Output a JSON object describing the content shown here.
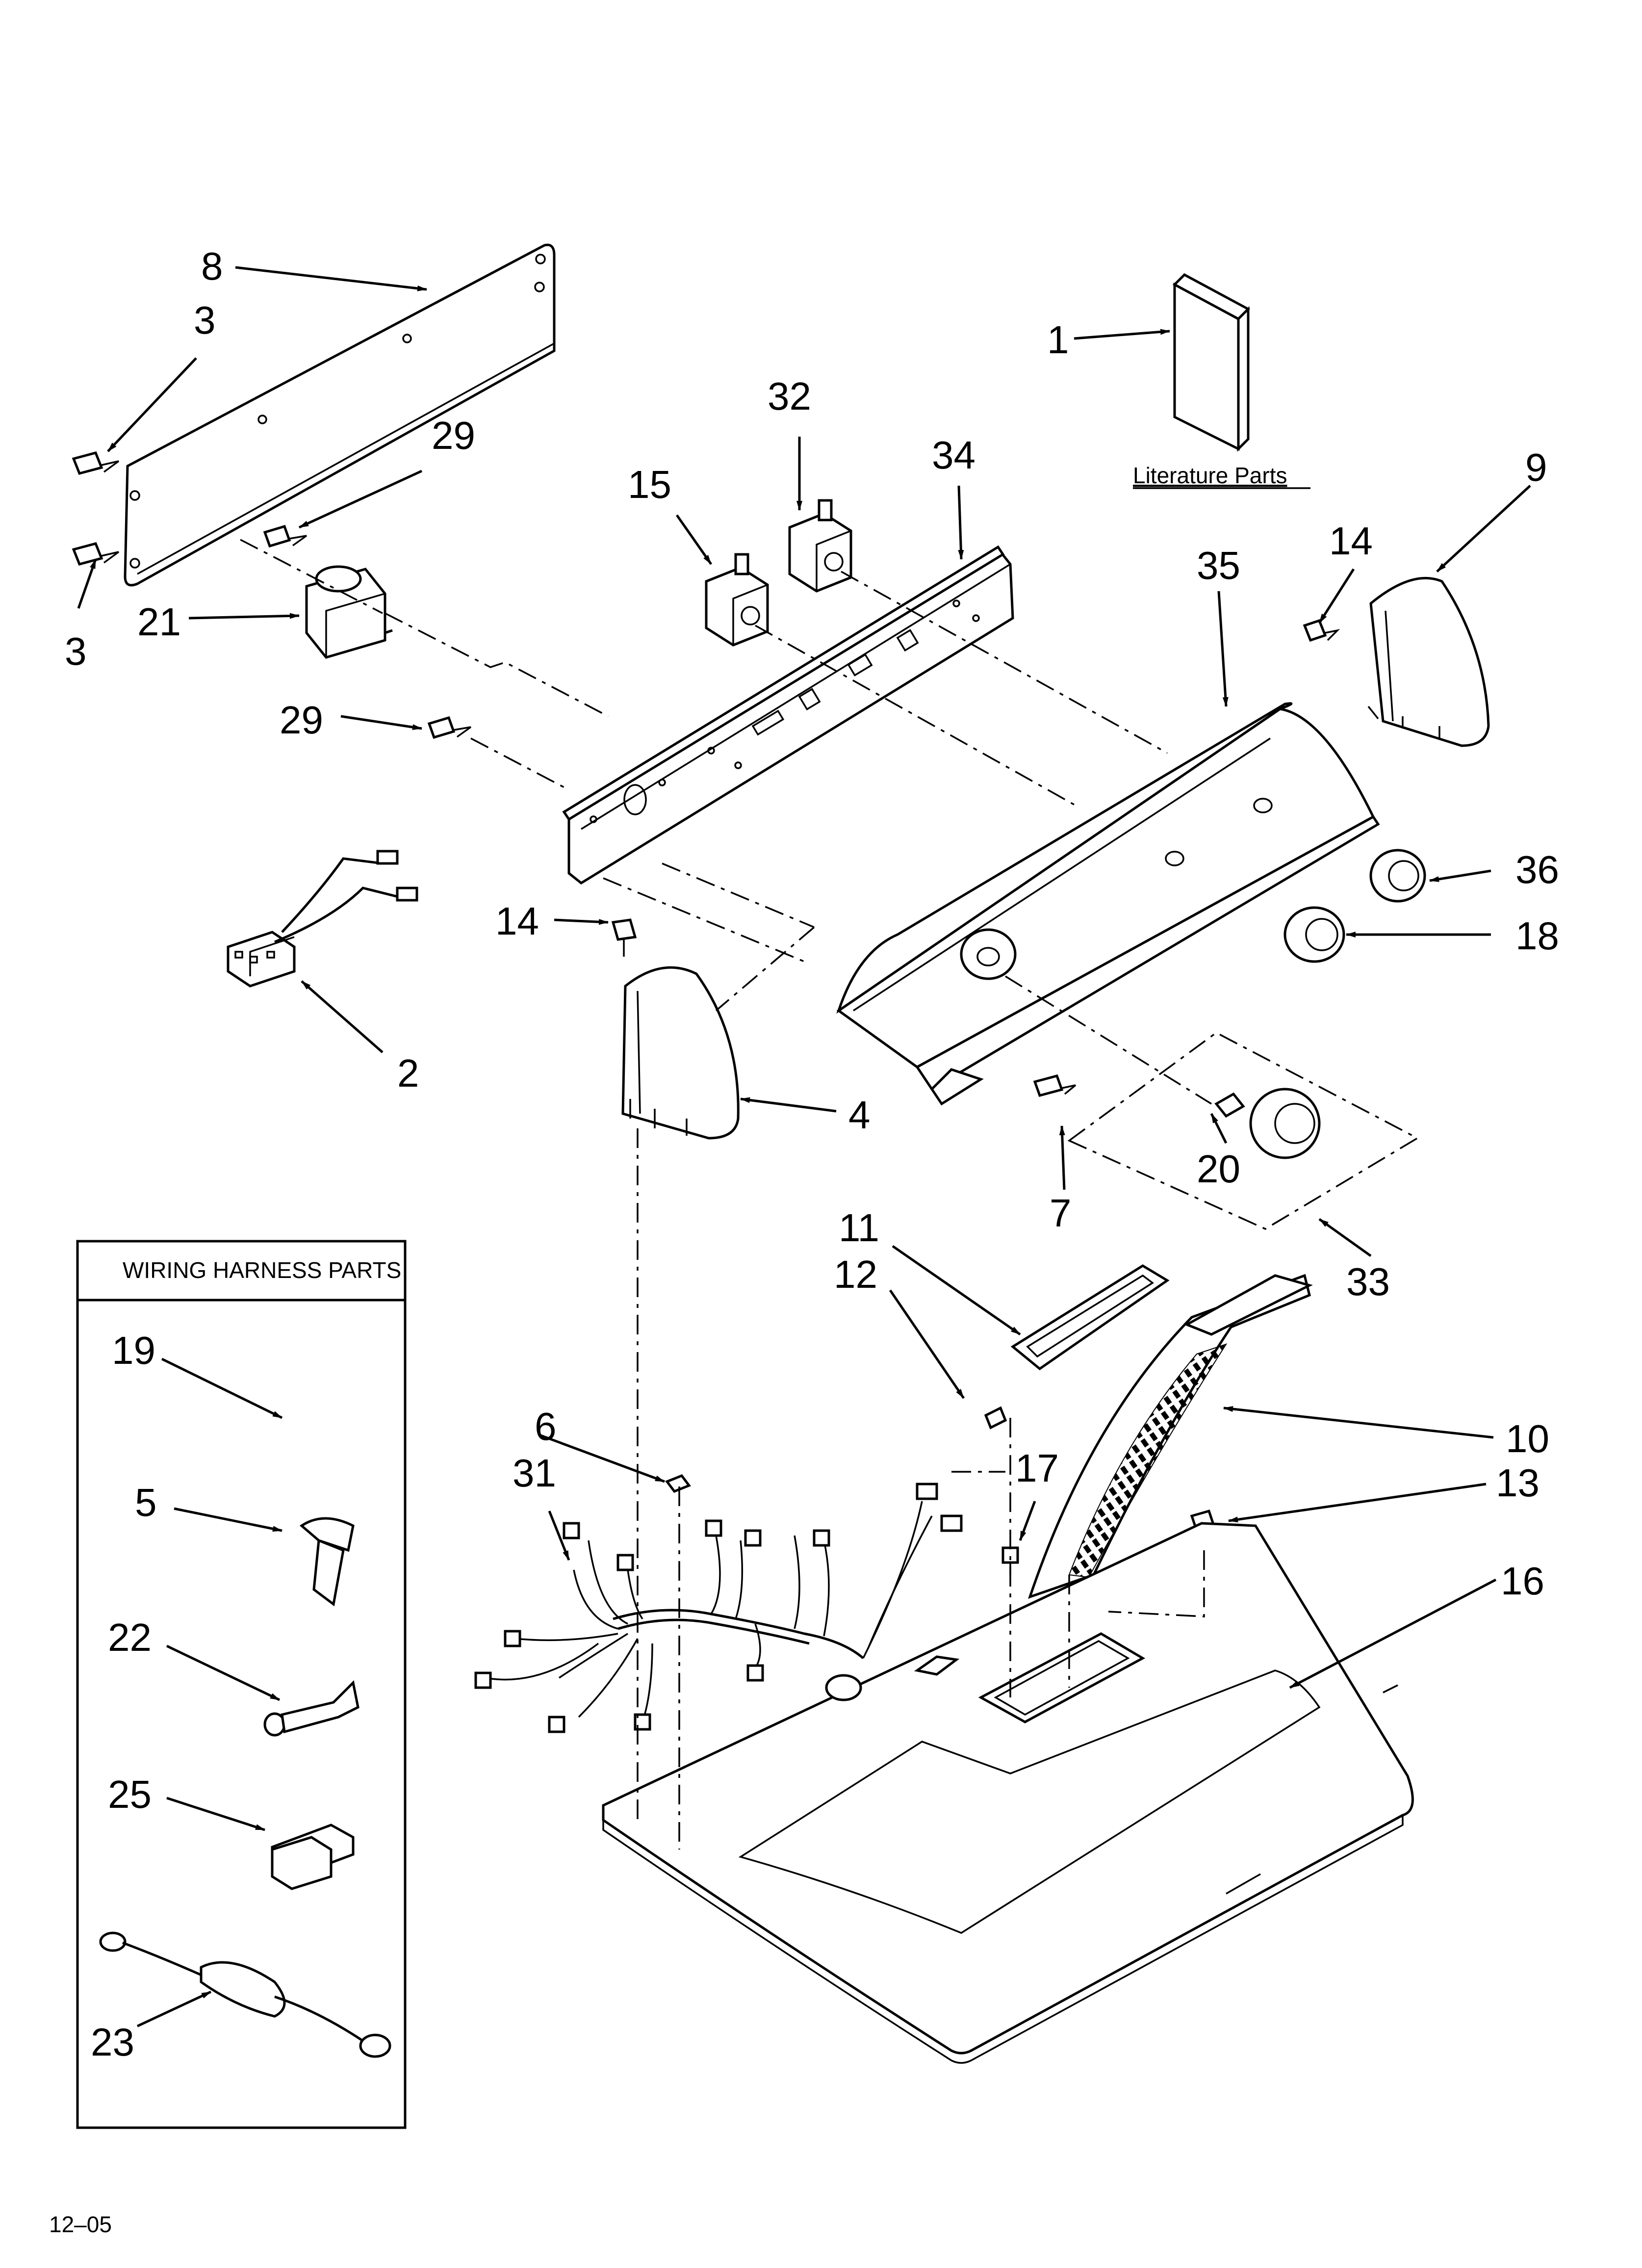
{
  "callouts": {
    "c1": "1",
    "c2": "2",
    "c3a": "3",
    "c3b": "3",
    "c4": "4",
    "c5": "5",
    "c6": "6",
    "c7": "7",
    "c8": "8",
    "c9": "9",
    "c10": "10",
    "c11": "11",
    "c12": "12",
    "c13": "13",
    "c14a": "14",
    "c14b": "14",
    "c15": "15",
    "c16": "16",
    "c17": "17",
    "c18": "18",
    "c19": "19",
    "c20": "20",
    "c21": "21",
    "c22": "22",
    "c23": "23",
    "c25": "25",
    "c29a": "29",
    "c29b": "29",
    "c31": "31",
    "c32": "32",
    "c33": "33",
    "c34": "34",
    "c35": "35",
    "c36": "36"
  },
  "literature_label": "Literature Parts",
  "wiring_box_title": "WIRING HARNESS PARTS",
  "footer_code": "12–05"
}
